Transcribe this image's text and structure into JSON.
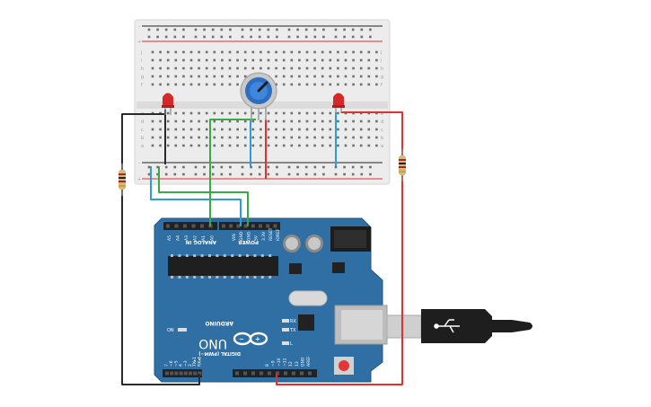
{
  "breadboard": {
    "row_letters_top": [
      "j",
      "i",
      "h",
      "g",
      "f"
    ],
    "row_letters_bottom": [
      "e",
      "d",
      "c",
      "b",
      "a"
    ],
    "rail_plus": "+",
    "rail_minus": "-",
    "columns": 30
  },
  "arduino": {
    "brand": "ARDUINO",
    "model": "UNO",
    "analog_header": "ANALOG IN",
    "analog_pins": [
      "A5",
      "A4",
      "A3",
      "A2",
      "A1",
      "A0"
    ],
    "power_header": "POWER",
    "power_pins": [
      "VIN",
      "GND",
      "GND",
      "5V",
      "3.3V",
      "RESET",
      "IOREF"
    ],
    "digital_header": "DIGITAL (PWM~)",
    "digital_pins_left": [
      "7",
      "~6",
      "~5",
      "4",
      "~3",
      "2",
      "TX▸1",
      "RX◂0"
    ],
    "digital_pins_right": [
      "AREF",
      "GND",
      "13",
      "12",
      "~11",
      "~10",
      "~9",
      "8"
    ],
    "leds": [
      "TX",
      "RX",
      "L"
    ],
    "on_label": "ON",
    "aref_label": "AREF",
    "gnd_label": "GND"
  },
  "colors": {
    "board_blue": "#2f6fa3",
    "wire_red": "#e03030",
    "wire_black": "#2a2a2a",
    "wire_blue": "#2a9fd6",
    "wire_green": "#3aaa45",
    "led_red": "#d62828",
    "breadboard": "#ececec"
  }
}
